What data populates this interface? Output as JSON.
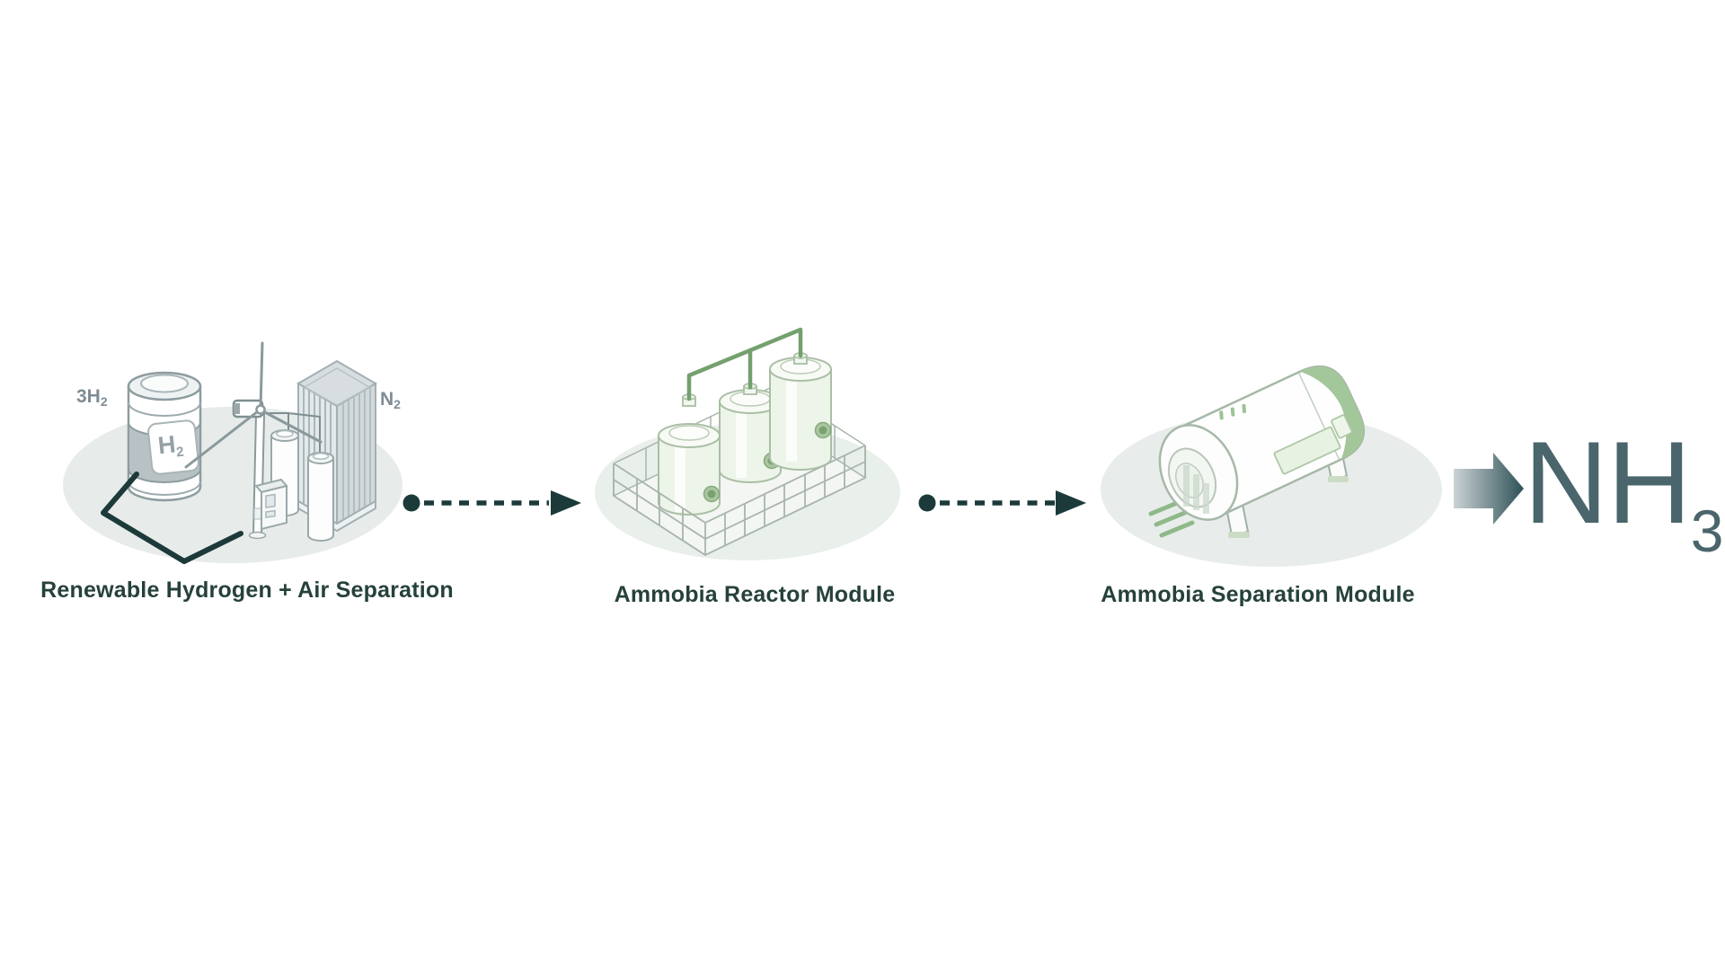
{
  "page": {
    "background": "#ffffff"
  },
  "diagram": {
    "stages": [
      {
        "label": "Renewable Hydrogen + Air Separation",
        "annotations": {
          "hydrogen_feed": {
            "base": "3H",
            "sub": "2"
          },
          "nitrogen_feed": {
            "base": "N",
            "sub": "2"
          },
          "tank": {
            "base": "H",
            "sub": "2"
          }
        }
      },
      {
        "label": "Ammobia Reactor Module"
      },
      {
        "label": "Ammobia Separation Module"
      }
    ],
    "output": {
      "base": "NH",
      "sub": "3"
    },
    "colors": {
      "ink": "#1c3a3a",
      "stage_label_text": "#26413c",
      "feed_label_text": "#7e8c96",
      "output_text": "#4a656b",
      "accent_green": "#8fbb88",
      "pale_green_fill": "#ecf4e8",
      "stage_ellipse": "#e8edeb",
      "equipment_gray": "#c6cdd0",
      "arrow_gradient_start": "#ccd3d5",
      "arrow_gradient_end": "#2d5157"
    }
  }
}
